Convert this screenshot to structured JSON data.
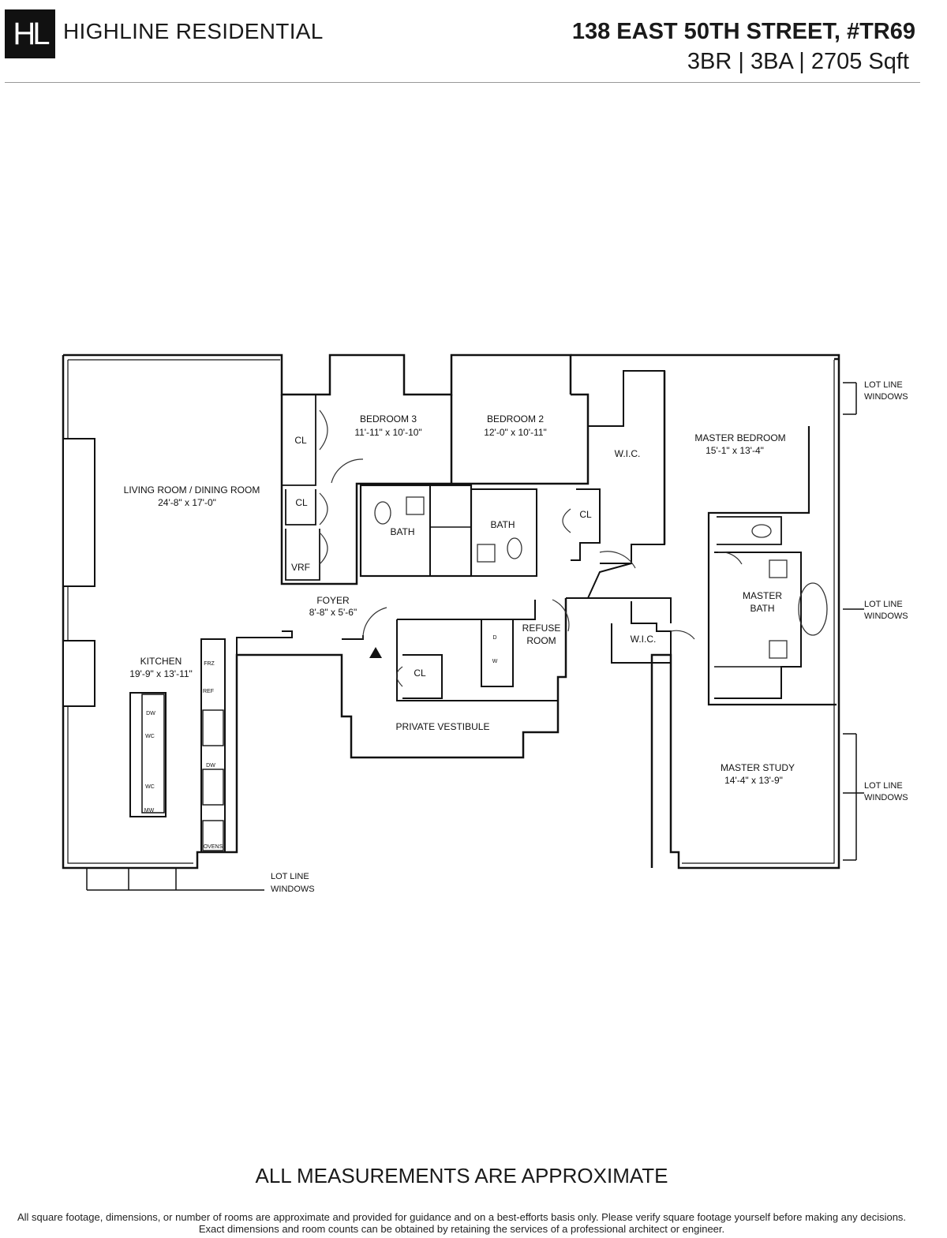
{
  "header": {
    "logo_text": "HL",
    "brand": "HIGHLINE RESIDENTIAL",
    "address": "138 EAST 50TH STREET, #TR69",
    "specs": "3BR | 3BA | 2705 Sqft"
  },
  "plan": {
    "rooms": {
      "living_name": "LIVING ROOM / DINING ROOM",
      "living_dim": "24'-8\" x 17'-0\"",
      "bed3_name": "BEDROOM 3",
      "bed3_dim": "11'-11\" x 10'-10\"",
      "bed2_name": "BEDROOM 2",
      "bed2_dim": "12'-0\" x 10'-11\"",
      "master_name": "MASTER BEDROOM",
      "master_dim": "15'-1\" x 13'-4\"",
      "foyer_name": "FOYER",
      "foyer_dim": "8'-8\" x 5'-6\"",
      "kitchen_name": "KITCHEN",
      "kitchen_dim": "19'-9\" x 13'-11\"",
      "refuse_l1": "REFUSE",
      "refuse_l2": "ROOM",
      "vestibule": "PRIVATE VESTIBULE",
      "mbath_l1": "MASTER",
      "mbath_l2": "BATH",
      "study_name": "MASTER STUDY",
      "study_dim": "14'-4\" x 13'-9\""
    },
    "labels": {
      "cl": "CL",
      "bath": "BATH",
      "wic": "W.I.C.",
      "vrf": "VRF",
      "frz": "FRZ",
      "ref": "REF",
      "dw": "DW",
      "wc": "WC",
      "mw": "MW",
      "ovens": "OVENS",
      "d": "D",
      "w": "W",
      "lot_line": "LOT LINE",
      "windows": "WINDOWS"
    }
  },
  "footer": {
    "approx": "ALL MEASUREMENTS ARE APPROXIMATE",
    "disclaimer": "All square footage, dimensions, or number of rooms are approximate and provided for guidance and on a best-efforts basis only. Please verify square footage yourself before making any decisions. Exact dimensions and room counts can be obtained by retaining the services of a professional architect or engineer."
  }
}
